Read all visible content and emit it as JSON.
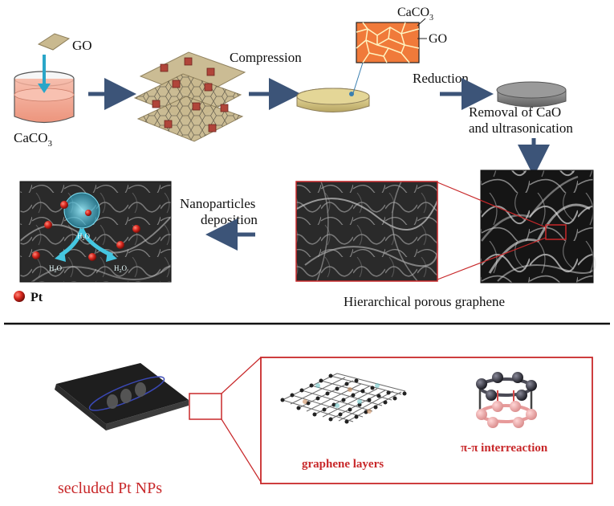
{
  "top": {
    "go_label": "GO",
    "caco3_label": "CaCO",
    "caco3_sub": "3",
    "compression_label": "Compression",
    "inset_caco3_label": "CaCO",
    "inset_caco3_sub": "3",
    "inset_go_label": "GO",
    "reduction_label": "Reduction",
    "removal_line1": "Removal of CaO",
    "removal_line2": "and ultrasonication",
    "np_line1": "Nanoparticles",
    "np_line2": "deposition",
    "h2o_top": "H",
    "h2o_left": "H",
    "h2o_right": "H",
    "h2o_sub": "2",
    "h2o_o": "O",
    "pt_legend": "Pt",
    "hierarchical_label": "Hierarchical porous graphene"
  },
  "bottom": {
    "secluded_label": "secluded Pt NPs",
    "graphene_layers_label": "graphene layers",
    "pi_label": "π-π interreaction"
  },
  "colors": {
    "arrow": "#3c5478",
    "red_accent": "#c8282a",
    "beaker_liquid": "#f2a38c",
    "go_sheet": "#c9b98f",
    "cube": "#b0453a",
    "disk_sand": "#d9c987",
    "disk_gray": "#8c8c8c",
    "inset_orange": "#f07a3a"
  }
}
